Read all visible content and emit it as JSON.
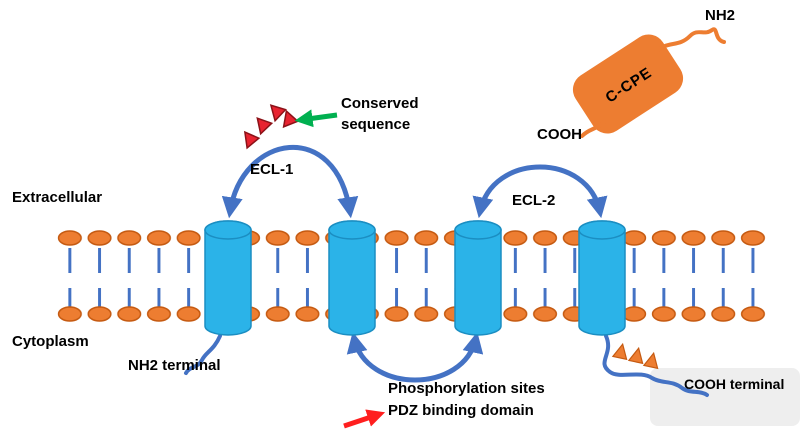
{
  "labels": {
    "extracellular": "Extracellular",
    "cytoplasm": "Cytoplasm",
    "nh2_terminal": "NH2 terminal",
    "cooh_terminal": "COOH terminal",
    "ecl1": "ECL-1",
    "ecl2": "ECL-2",
    "conserved_line1": "Conserved",
    "conserved_line2": "sequence",
    "phosphorylation_sites": "Phosphorylation sites",
    "pdz_binding_domain": "PDZ binding domain",
    "ccpe": "C-CPE",
    "nh2": "NH2",
    "cooh": "COOH"
  },
  "colors": {
    "lipid_head": "#ed7d31",
    "lipid_head_stroke": "#c55a11",
    "lipid_tail": "#4472c4",
    "cylinder_fill": "#2bb3e8",
    "cylinder_stroke": "#1b8ec2",
    "loop_stroke": "#4472c4",
    "conserved_marker_fill": "#e82330",
    "conserved_marker_stroke": "#8c1218",
    "green_arrow": "#00b050",
    "red_arrow": "#ff1f1f",
    "ccpe_fill": "#ed7d31",
    "ccpe_text": "#ffffff",
    "tail_triangle_fill": "#ed7d31",
    "tail_triangle_stroke": "#c55a11"
  }
}
